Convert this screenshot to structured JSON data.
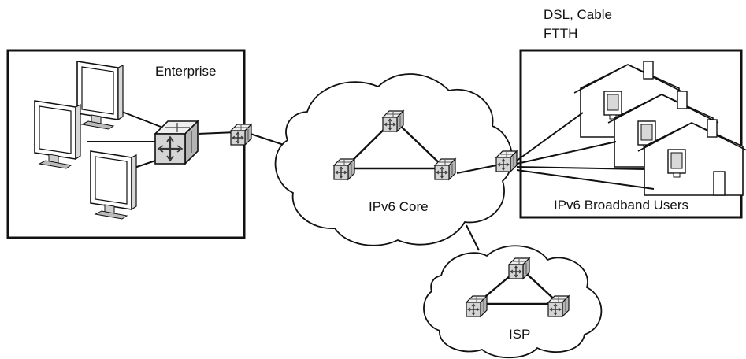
{
  "labels": {
    "enterprise": "Enterprise",
    "core": "IPv6 Core",
    "broadband": "IPv6 Broadband Users",
    "access_line1": "DSL, Cable",
    "access_line2": "FTTH",
    "isp": "ISP"
  },
  "icons": {
    "router": "router-cube-icon",
    "computer": "monitor-icon",
    "house": "house-icon"
  },
  "colors": {
    "stroke": "#111111",
    "router_face": "#d4d4d4",
    "router_top": "#eeeeee",
    "router_side": "#b4b4b4",
    "background": "#ffffff"
  }
}
